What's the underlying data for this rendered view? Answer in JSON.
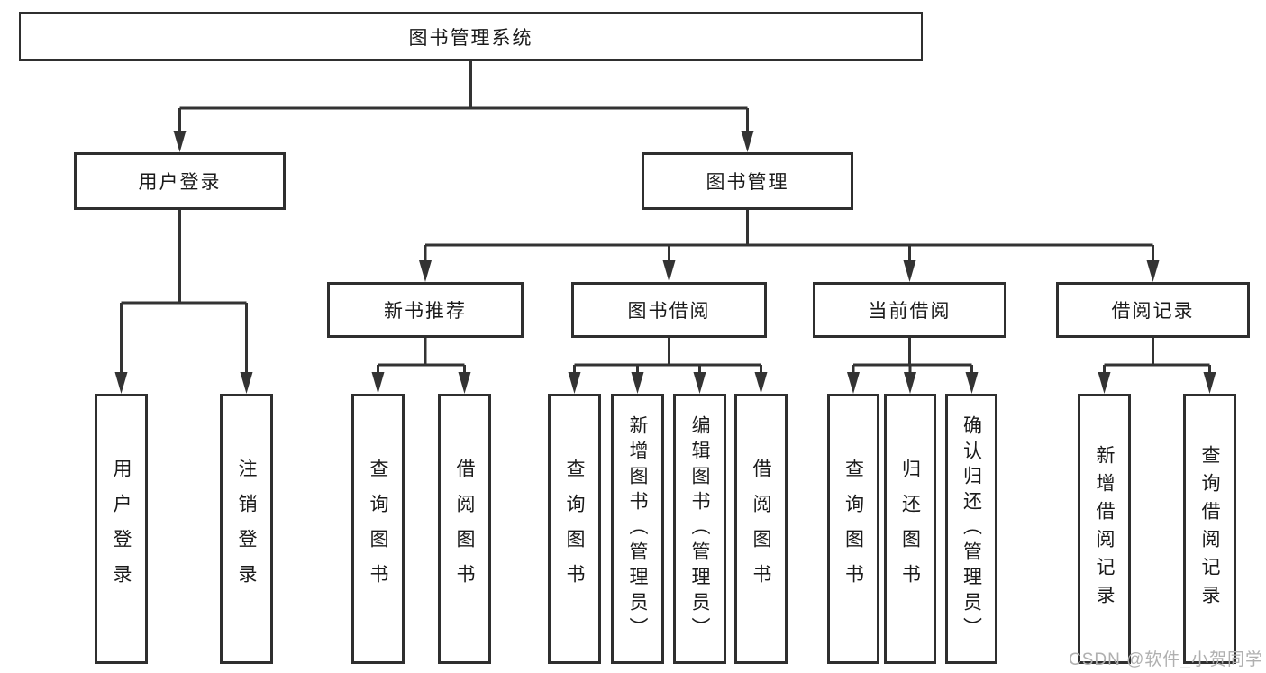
{
  "diagram": {
    "root_label": "图书管理系统",
    "level2": [
      "用户登录",
      "图书管理"
    ],
    "level3": [
      "新书推荐",
      "图书借阅",
      "当前借阅",
      "借阅记录"
    ],
    "leaves": [
      "用户登录",
      "注销登录",
      "查询图书",
      "借阅图书",
      "查询图书",
      "新增图书（管理员）",
      "编辑图书（管理员）",
      "借阅图书",
      "查询图书",
      "归还图书",
      "确认归还（管理员）",
      "新增借阅记录",
      "查询借阅记录"
    ],
    "colors": {
      "line": "#333333",
      "border": "#2f2f2f",
      "text": "#1a1a1a",
      "background": "#ffffff",
      "watermark": "#b0b0b0"
    }
  },
  "watermark": "CSDN @软件_小贺同学"
}
